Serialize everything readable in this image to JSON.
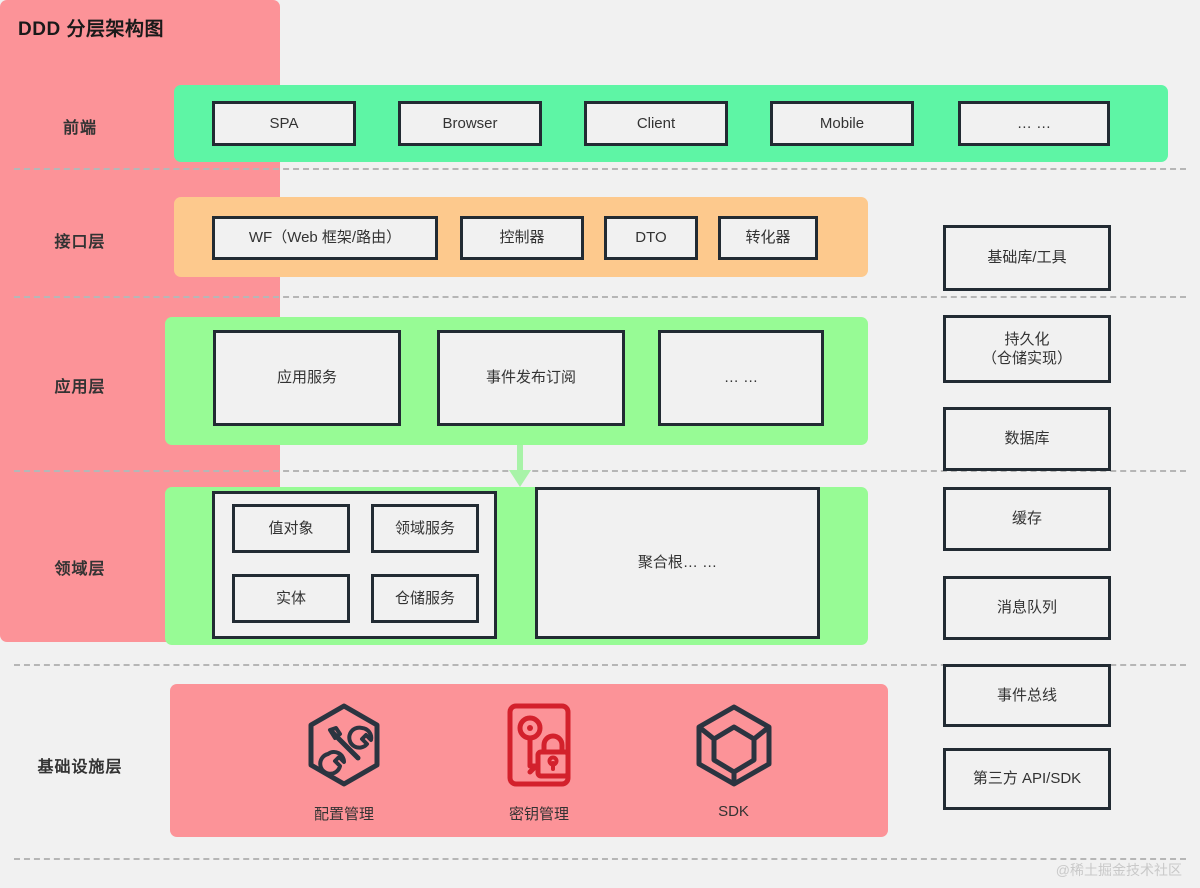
{
  "title": "DDD 分层架构图",
  "watermark": "@稀土掘金技术社区",
  "colors": {
    "background": "#f1f1f1",
    "frontend_band": "#5ef5a5",
    "interface_band": "#fdc98d",
    "application_band": "#97fb95",
    "domain_band": "#97fb95",
    "infrastructure_band": "#fc9398",
    "node_border": "#222b33",
    "node_fill": "#f1f1f1",
    "separator": "#b6b6b6",
    "arrow": "#a8f3a8",
    "icon_dark": "#2b3440",
    "icon_red": "#d3212c"
  },
  "layers": [
    {
      "key": "frontend",
      "label": "前端",
      "nodes": [
        {
          "label": "SPA"
        },
        {
          "label": "Browser"
        },
        {
          "label": "Client"
        },
        {
          "label": "… …"
        },
        {
          "label": "Mobile"
        }
      ]
    },
    {
      "key": "interface",
      "label": "接口层",
      "nodes": [
        {
          "label": "WF（Web 框架/路由）"
        },
        {
          "label": "控制器"
        },
        {
          "label": "DTO"
        },
        {
          "label": "转化器"
        }
      ]
    },
    {
      "key": "application",
      "label": "应用层",
      "nodes": [
        {
          "label": "应用服务"
        },
        {
          "label": "事件发布订阅"
        },
        {
          "label": "… …"
        }
      ]
    },
    {
      "key": "domain",
      "label": "领域层",
      "nodes": [
        {
          "label": "值对象"
        },
        {
          "label": "领域服务"
        },
        {
          "label": "实体"
        },
        {
          "label": "仓储服务"
        },
        {
          "label": "聚合根… …"
        }
      ]
    },
    {
      "key": "infrastructure",
      "label": "基础设施层",
      "nodes": [
        {
          "label": "配置管理",
          "icon": "hexagon-tools-icon"
        },
        {
          "label": "密钥管理",
          "icon": "key-lock-icon"
        },
        {
          "label": "SDK",
          "icon": "cube-icon"
        }
      ]
    }
  ],
  "frontend": {
    "label": "前端",
    "items": [
      "SPA",
      "Browser",
      "Client",
      "Mobile",
      "… …"
    ]
  },
  "interface": {
    "label": "接口层",
    "items": [
      "WF（Web 框架/路由）",
      "控制器",
      "DTO",
      "转化器"
    ]
  },
  "application": {
    "label": "应用层",
    "items": [
      "应用服务",
      "事件发布订阅",
      "… …"
    ]
  },
  "domain": {
    "label": "领域层",
    "items": [
      "值对象",
      "领域服务",
      "实体",
      "仓储服务"
    ],
    "aggregate": "聚合根… …"
  },
  "infrastructure": {
    "label": "基础设施层",
    "items": [
      {
        "caption": "配置管理",
        "icon": "hexagon-tools-icon"
      },
      {
        "caption": "密钥管理",
        "icon": "key-lock-icon"
      },
      {
        "caption": "SDK",
        "icon": "cube-icon"
      }
    ]
  },
  "right_panel": {
    "items": [
      "基础库/工具",
      "持久化\n（仓储实现）",
      "数据库",
      "缓存",
      "消息队列",
      "事件总线",
      "第三方 API/SDK"
    ]
  }
}
